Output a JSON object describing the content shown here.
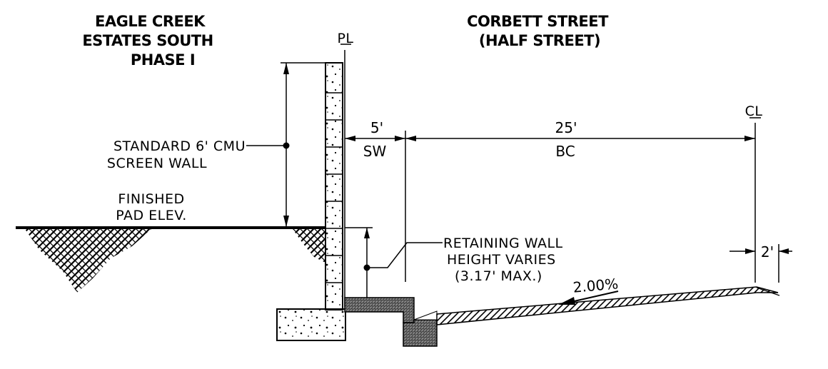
{
  "labels": {
    "left_title": [
      "EAGLE CREEK",
      "ESTATES SOUTH",
      "PHASE I"
    ],
    "right_title": [
      "CORBETT STREET",
      "(HALF STREET)"
    ],
    "property_line": "PL",
    "centerline": "CL",
    "screen_wall": [
      "STANDARD 6' CMU",
      "SCREEN WALL"
    ],
    "finished_pad": [
      "FINISHED",
      "PAD ELEV."
    ],
    "retaining_wall": [
      "RETAINING WALL",
      "HEIGHT VARIES",
      "(3.17' MAX.)"
    ],
    "sidewalk_width": "5'",
    "sidewalk_abbr": "SW",
    "back_of_curb_width": "25'",
    "back_of_curb_abbr": "BC",
    "offset": "2'",
    "slope": "2.00%"
  },
  "colors": {
    "ink": "#000000",
    "paper": "#ffffff",
    "concrete_fill": "#555555"
  }
}
